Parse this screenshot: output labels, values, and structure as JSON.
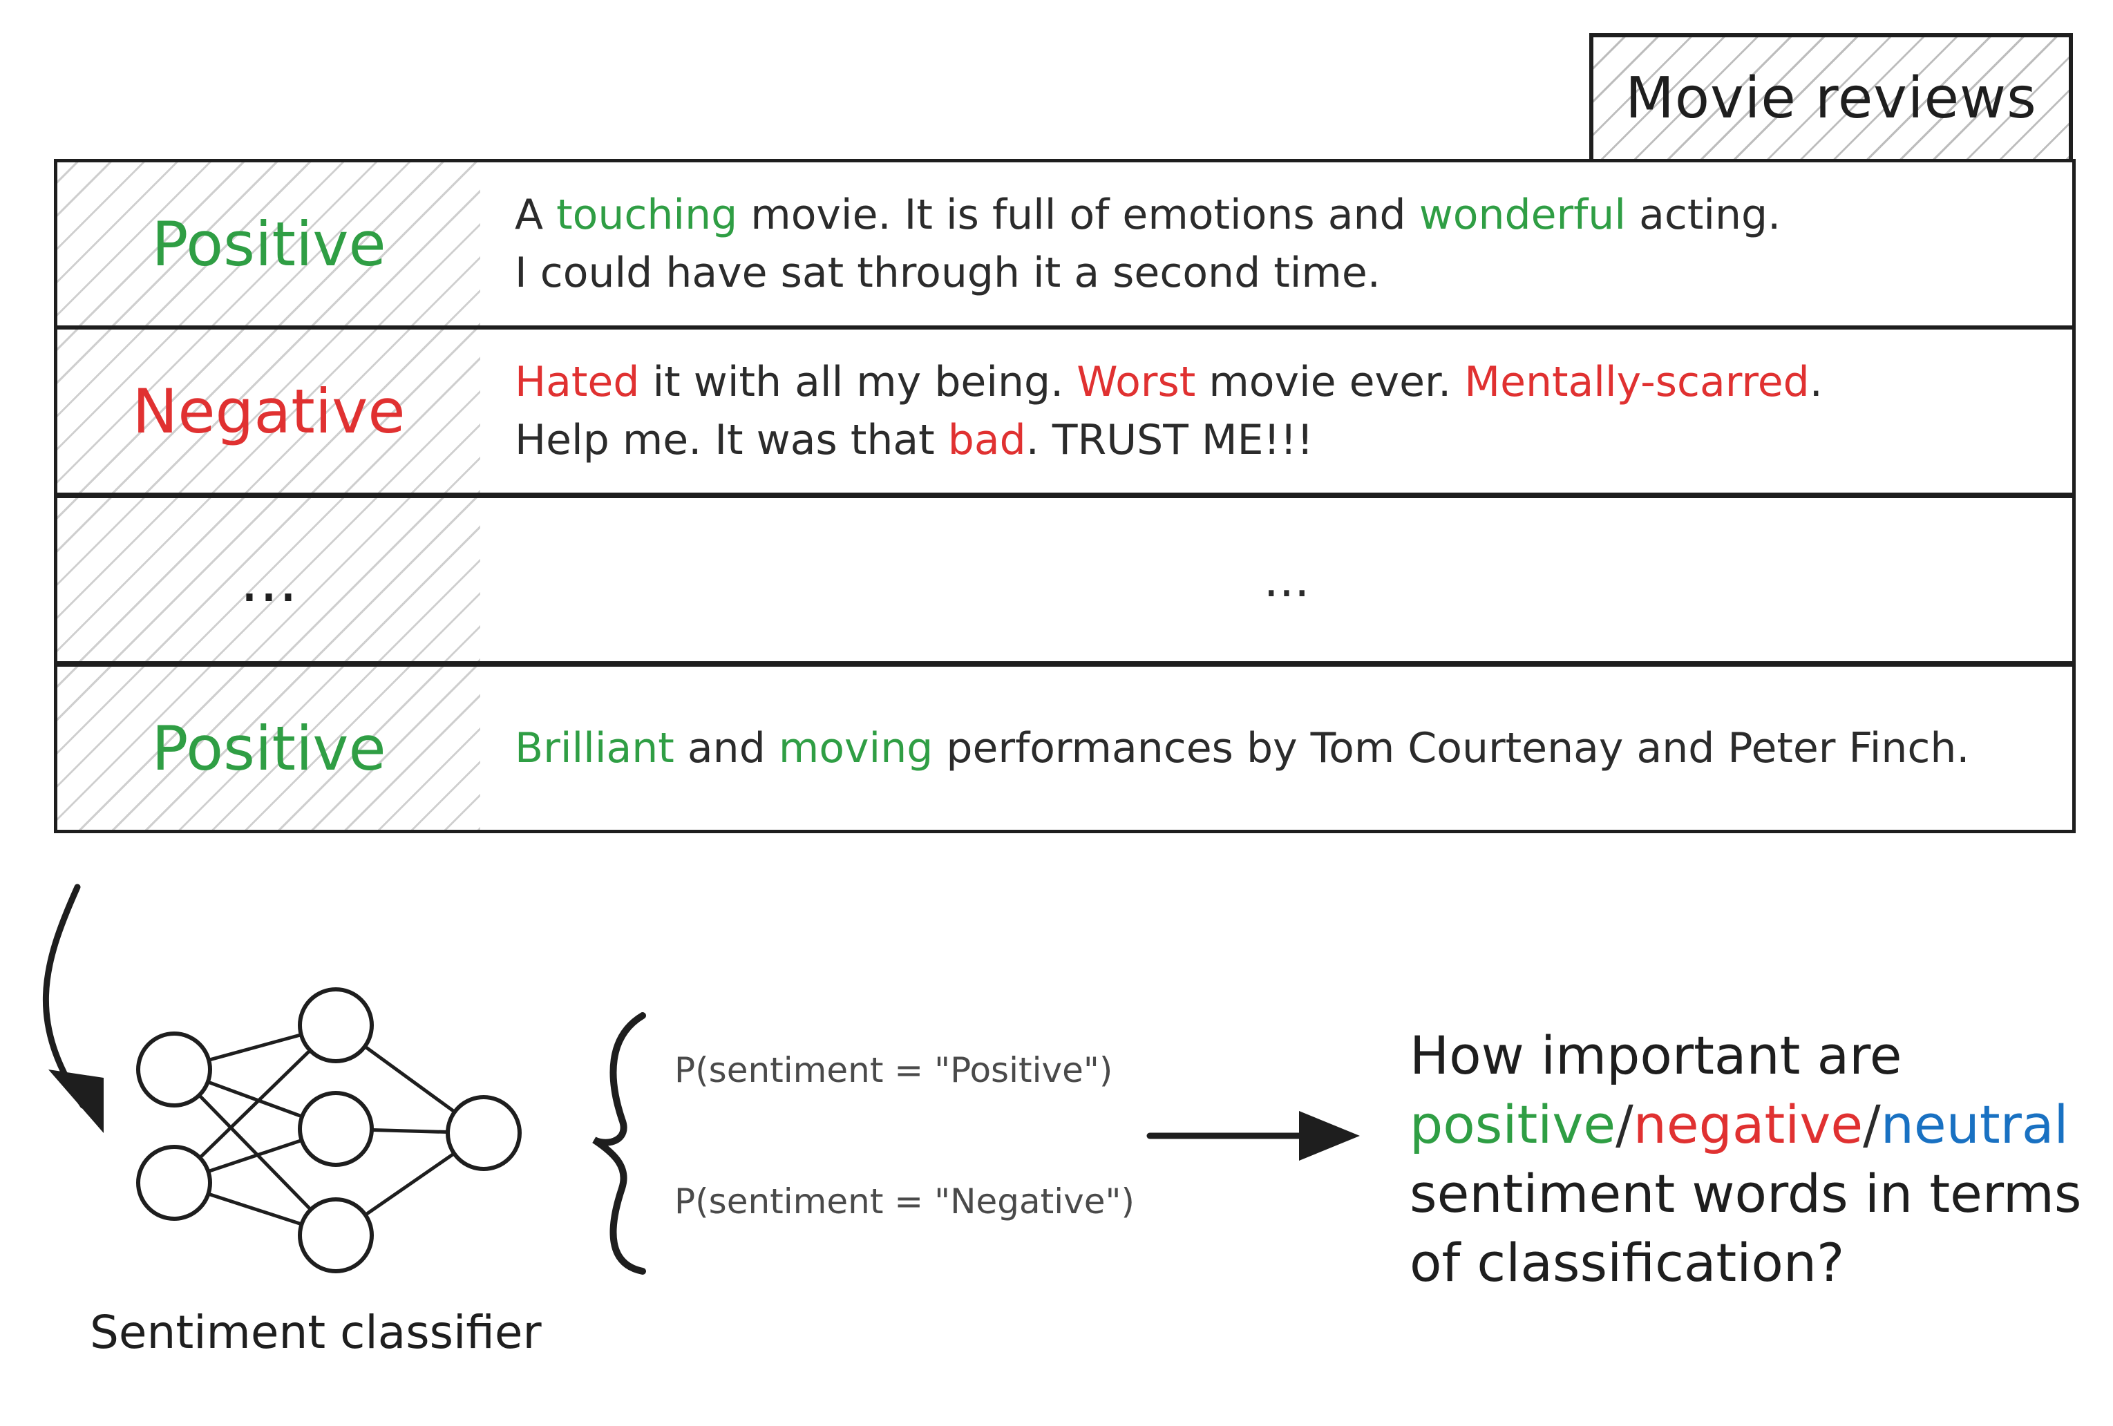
{
  "header": {
    "tab_label": "Movie reviews"
  },
  "rows": [
    {
      "label": "Positive",
      "label_color": "#2f9e44",
      "lines": [
        [
          {
            "t": "A ",
            "c": "dim"
          },
          {
            "t": "touching",
            "c": "pos"
          },
          {
            "t": " movie. It is full of emotions and ",
            "c": "dim"
          },
          {
            "t": "wonderful",
            "c": "pos"
          },
          {
            "t": " acting.",
            "c": "dim"
          }
        ],
        [
          {
            "t": "I could have sat through it a second time.",
            "c": "dim"
          }
        ]
      ]
    },
    {
      "label": "Negative",
      "label_color": "#e03131",
      "lines": [
        [
          {
            "t": "Hated",
            "c": "neg"
          },
          {
            "t": " it with all my being. ",
            "c": "dim"
          },
          {
            "t": "Worst",
            "c": "neg"
          },
          {
            "t": " movie ever. ",
            "c": "dim"
          },
          {
            "t": "Mentally-scarred",
            "c": "neg"
          },
          {
            "t": ".",
            "c": "dim"
          }
        ],
        [
          {
            "t": "Help me. It was that ",
            "c": "dim"
          },
          {
            "t": "bad",
            "c": "neg"
          },
          {
            "t": ". TRUST ME!!!",
            "c": "dim"
          }
        ]
      ]
    },
    {
      "label": "...",
      "label_color": "#1e1e1e",
      "lines": [
        [
          {
            "t": "...",
            "c": "dim"
          }
        ]
      ],
      "center": true
    },
    {
      "label": "Positive",
      "label_color": "#2f9e44",
      "lines": [
        [
          {
            "t": "Brilliant",
            "c": "pos"
          },
          {
            "t": " and ",
            "c": "dim"
          },
          {
            "t": "moving",
            "c": "pos"
          },
          {
            "t": " performances by Tom Courtenay and Peter Finch.",
            "c": "dim"
          }
        ]
      ]
    }
  ],
  "classifier": {
    "label": "Sentiment classifier"
  },
  "probabilities": [
    "P(sentiment = \"Positive\")",
    "P(sentiment = \"Negative\")"
  ],
  "question": {
    "line1": "How important are",
    "line2": [
      {
        "t": "positive",
        "c": "pos"
      },
      {
        "t": "/",
        "c": "dim"
      },
      {
        "t": "negative",
        "c": "neg"
      },
      {
        "t": "/",
        "c": "dim"
      },
      {
        "t": "neutral",
        "c": "neu"
      }
    ],
    "line3": "sentiment words in terms",
    "line4": "of classification?"
  },
  "colors": {
    "positive": "#2f9e44",
    "negative": "#e03131",
    "neutral": "#1971c2",
    "ink": "#1e1e1e"
  }
}
